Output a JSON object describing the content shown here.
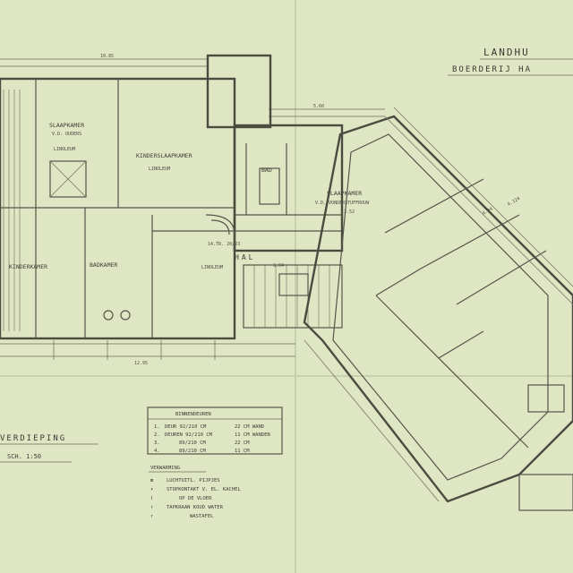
{
  "title": {
    "line1": "LANDHU",
    "line2": "BOERDERIJ HA"
  },
  "rooms": {
    "slaapkamer_ouders": [
      "SLAAPKAMER",
      "V.D. OUDERS"
    ],
    "kinderslaapkamer": "KINDERSLAAPKAMER",
    "bad": "BAD",
    "slaapkamer_vonden": [
      "SLAAPKAMER",
      "V.D. VONDERSTUFFROUW"
    ],
    "hal": "HAL",
    "kinderkamer": "KINDERKAMER",
    "badkamer": "BADKAMER",
    "linoleum_1": "LINOLEUM",
    "linoleum_2": "LINOLEUM",
    "linoleum_3": "LINOLEUM"
  },
  "dimensions": {
    "top_total": "10.85",
    "right_top": "5.60",
    "bottom_total": "12.95",
    "diag_a": "4.04",
    "diag_b": "4.124",
    "mid_a": "3.52",
    "hal_dim": "3.04",
    "stair": "14.TR. 20/23"
  },
  "legend_doors": {
    "heading": "BINNENDEUREN",
    "rows": [
      [
        "1.",
        "DEUR  92/210 CM",
        "22 CM WAND"
      ],
      [
        "2.",
        "DEUREN 92/210 CM",
        "11 CM WANDEN"
      ],
      [
        "3.",
        "89/210 CM",
        "22 CM"
      ],
      [
        "4.",
        "89/210 CM",
        "11 CM"
      ]
    ]
  },
  "legend_heating": {
    "heading": "VERWARMING",
    "rows": [
      "LUCHTUITL. PIJPJES",
      "STOPKONTAKT V. EL. KACHEL",
      "OP DE VLOER",
      "TAPKRAAN KOUD WATER",
      "WASTAFEL"
    ]
  },
  "floor_label": {
    "line1": "VERDIEPING",
    "line2": "SCH. 1:50"
  },
  "colors": {
    "paper": "#dfe6c4",
    "ink": "#4b4b40"
  }
}
